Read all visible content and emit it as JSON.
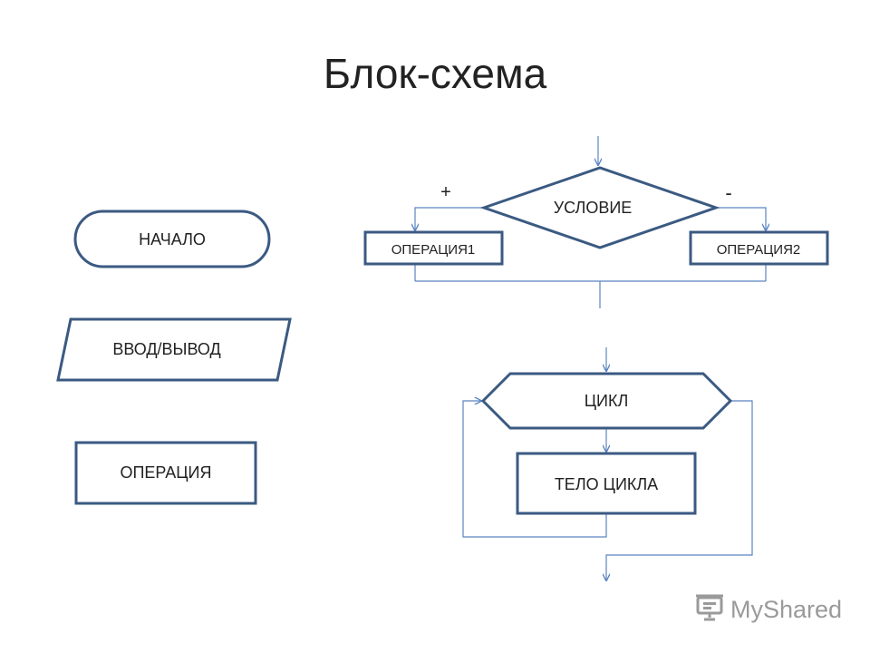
{
  "title": "Блок-схема",
  "legend": {
    "start": "НАЧАЛО",
    "io": "ВВОД/ВЫВОД",
    "operation": "ОПЕРАЦИЯ"
  },
  "branch": {
    "condition": "УСЛОВИЕ",
    "plus": "+",
    "minus": "-",
    "op1": "ОПЕРАЦИЯ1",
    "op2": "ОПЕРАЦИЯ2"
  },
  "loop": {
    "header": "ЦИКЛ",
    "body": "ТЕЛО ЦИКЛА"
  },
  "watermark": {
    "text": "MyShared",
    "icon": "presentation-screen-icon"
  },
  "colors": {
    "shape_stroke": "#3b5a82",
    "connector": "#5b84c0",
    "text": "#222222"
  }
}
